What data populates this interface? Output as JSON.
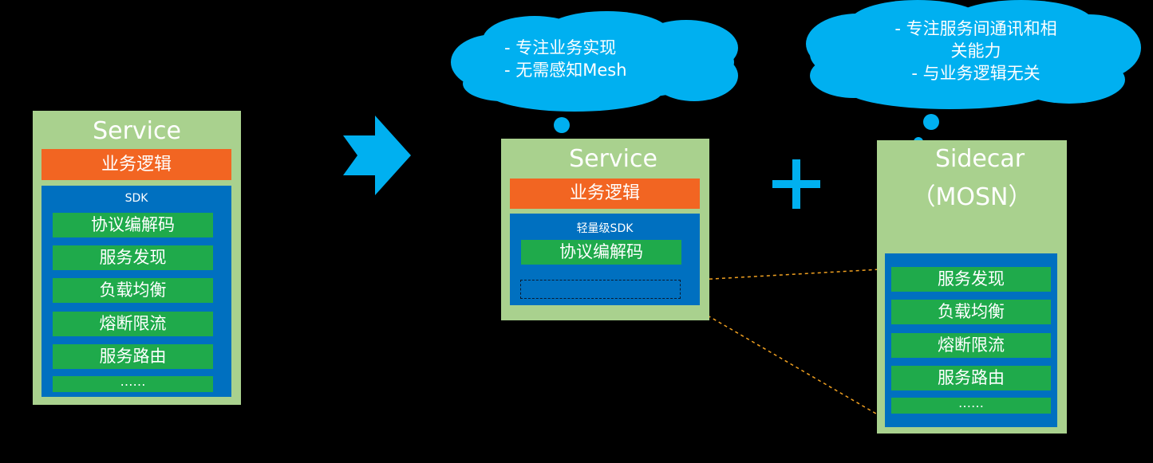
{
  "left": {
    "title": "Service",
    "business": "业务逻辑",
    "sdk": "SDK",
    "items": [
      "协议编解码",
      "服务发现",
      "负载均衡",
      "熔断限流",
      "服务路由",
      "……"
    ]
  },
  "middle": {
    "title": "Service",
    "business": "业务逻辑",
    "sdk": "轻量级SDK",
    "codec": "协议编解码"
  },
  "right": {
    "title_line1": "Sidecar",
    "title_line2": "（MOSN）",
    "items": [
      "服务发现",
      "负载均衡",
      "熔断限流",
      "服务路由",
      "……"
    ]
  },
  "cloud_left": {
    "lines": [
      "-   专注业务实现",
      "-   无需感知Mesh"
    ]
  },
  "cloud_right": {
    "lines": [
      "-   专注服务间通讯和相",
      "关能力",
      "-   与业务逻辑无关"
    ]
  },
  "colors": {
    "cloud": "#00b0f0",
    "service_bg": "#a9d18e",
    "orange": "#f26522",
    "blue": "#0070c0",
    "green": "#1faa4b",
    "arrow": "#f0a020"
  }
}
